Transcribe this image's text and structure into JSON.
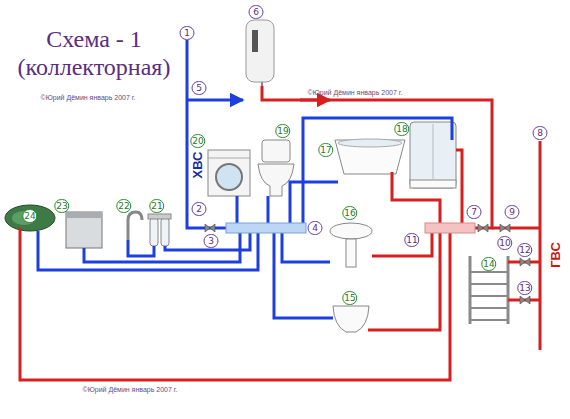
{
  "diagram": {
    "title": "Схема - 1 (коллекторная)",
    "labels": [
      "©Юрий Дёмин январь 2007 г.",
      "1",
      "6",
      "5",
      "©Юрий Дёмин январь 2007 г.",
      "20",
      "19",
      "17",
      "18",
      "8",
      "ХВС",
      "2",
      "16",
      "11",
      "7",
      "9",
      "3",
      "4",
      "10",
      "ГВС",
      "24",
      "23",
      "22",
      "21",
      "12",
      "14",
      "13",
      "15",
      "©Юрий Дёмин январь 2007 г."
    ]
  }
}
